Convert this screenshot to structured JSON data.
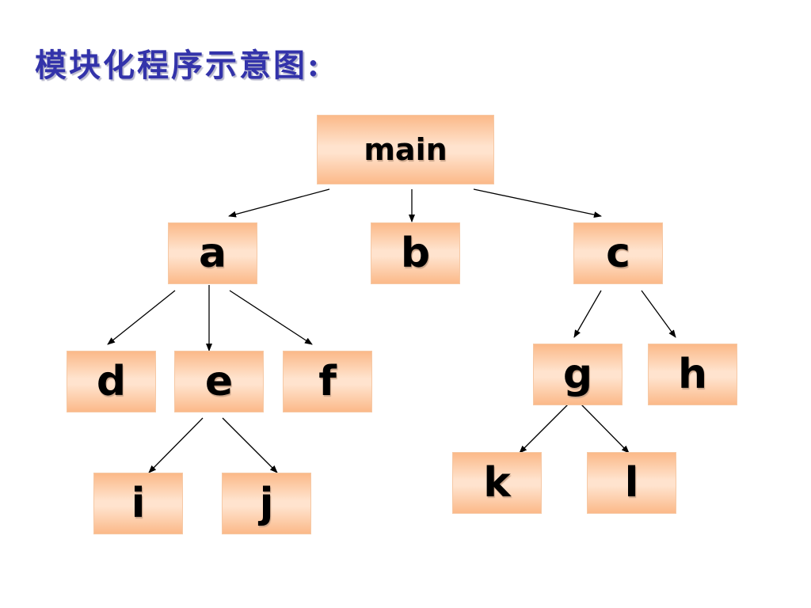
{
  "title": "模块化程序示意图:",
  "nodes": {
    "main": "main",
    "a": "a",
    "b": "b",
    "c": "c",
    "d": "d",
    "e": "e",
    "f": "f",
    "g": "g",
    "h": "h",
    "i": "i",
    "j": "j",
    "k": "k",
    "l": "l"
  },
  "edges": [
    [
      "main",
      "a"
    ],
    [
      "main",
      "b"
    ],
    [
      "main",
      "c"
    ],
    [
      "a",
      "d"
    ],
    [
      "a",
      "e"
    ],
    [
      "a",
      "f"
    ],
    [
      "e",
      "i"
    ],
    [
      "e",
      "j"
    ],
    [
      "c",
      "g"
    ],
    [
      "c",
      "h"
    ],
    [
      "g",
      "k"
    ],
    [
      "g",
      "l"
    ]
  ],
  "colors": {
    "title": "#3333aa",
    "node_fill_edge": "#fbb989",
    "node_fill_center": "#ffe3ce",
    "arrow": "#000000"
  }
}
